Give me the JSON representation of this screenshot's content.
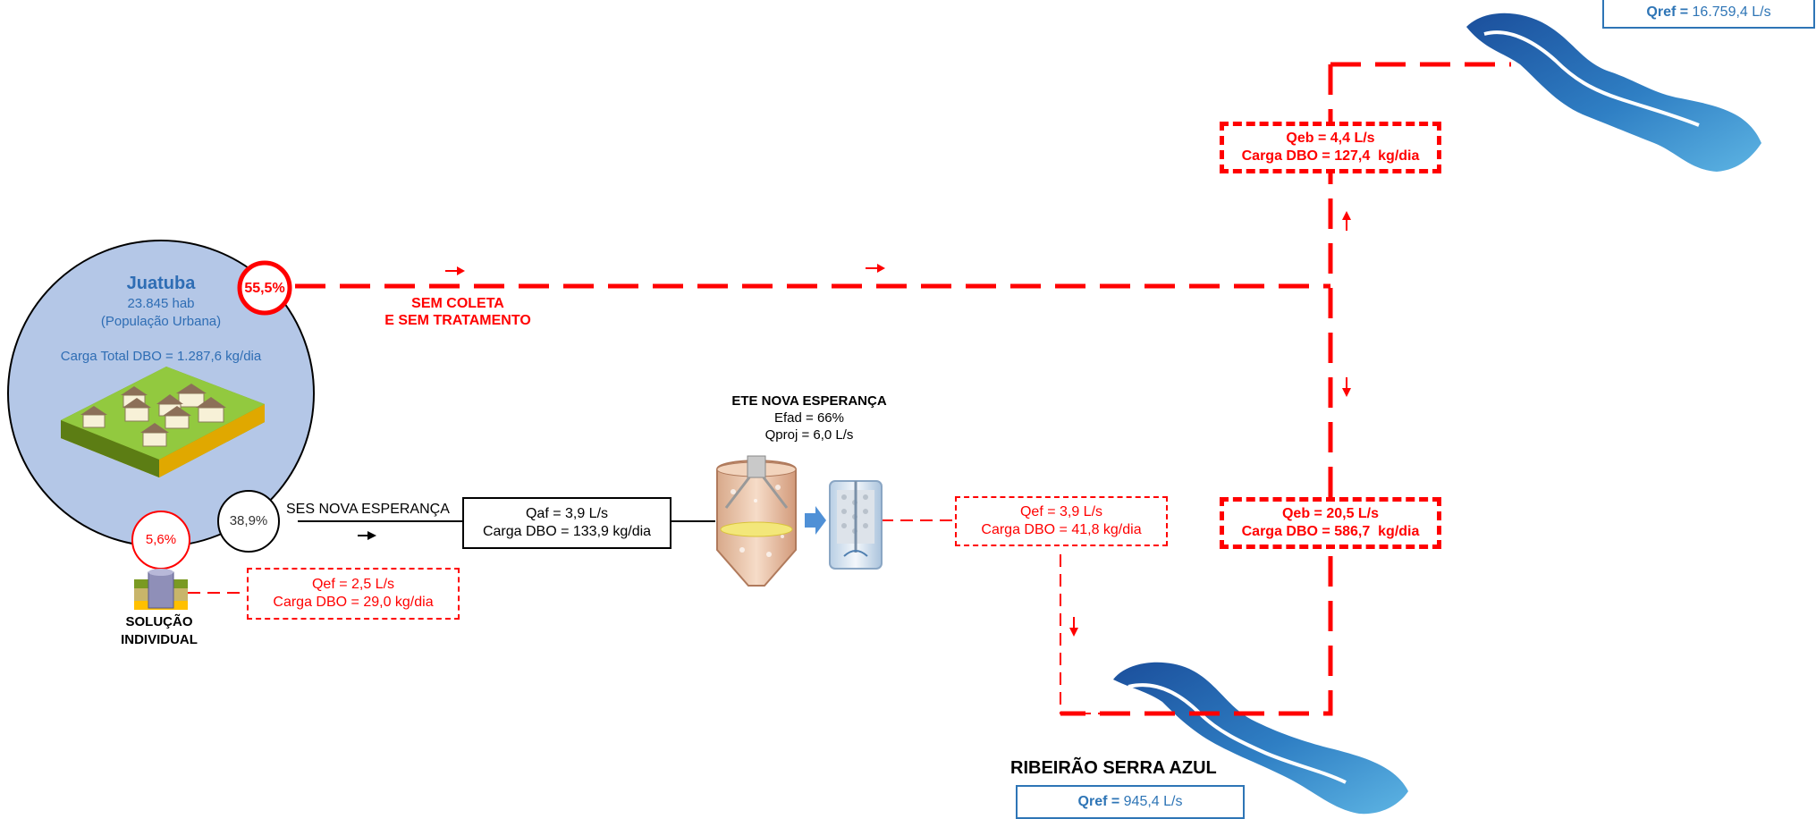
{
  "city": {
    "name": "Juatuba",
    "population": "23.845 hab",
    "population_note": "(População Urbana)",
    "total_load": "Carga Total DBO = 1.287,6 kg/dia"
  },
  "shares": {
    "no_collection": "55,5%",
    "ses": "38,9%",
    "individual": "5,6%"
  },
  "no_collection_label": {
    "line1": "SEM COLETA",
    "line2": "E SEM TRATAMENTO"
  },
  "individual_label": {
    "line1": "SOLUÇÃO",
    "line2": "INDIVIDUAL"
  },
  "individual_box": {
    "flow": "Qef = 2,5 L/s",
    "load": "Carga DBO = 29,0 kg/dia"
  },
  "ses_label": "SES NOVA ESPERANÇA",
  "ses_box": {
    "flow": "Qaf = 3,9 L/s",
    "load": "Carga DBO = 133,9 kg/dia"
  },
  "ete": {
    "name": "ETE NOVA ESPERANÇA",
    "efficiency": "Efad = 66%",
    "design_flow": "Qproj = 6,0 L/s"
  },
  "ete_effluent_box": {
    "flow": "Qef = 3,9 L/s",
    "load": "Carga DBO = 41,8 kg/dia"
  },
  "upper_reach_box": {
    "flow": "Qeb = 4,4 L/s",
    "load": "Carga DBO = 127,4  kg/dia"
  },
  "lower_reach_box": {
    "flow": "Qeb = 20,5 L/s",
    "load": "Carga DBO = 586,7  kg/dia"
  },
  "river_small": {
    "name": "RIBEIRÃO SERRA AZUL",
    "qref_label": "Qref =",
    "qref_value": "945,4 L/s"
  },
  "river_main": {
    "qref_label": "Qref =",
    "qref_value": "16.759,4 L/s"
  },
  "colors": {
    "flow_red": "#ff0000",
    "city_fill": "#b4c7e7",
    "label_blue": "#2e6db4",
    "river_blue": "#1f5fad"
  }
}
